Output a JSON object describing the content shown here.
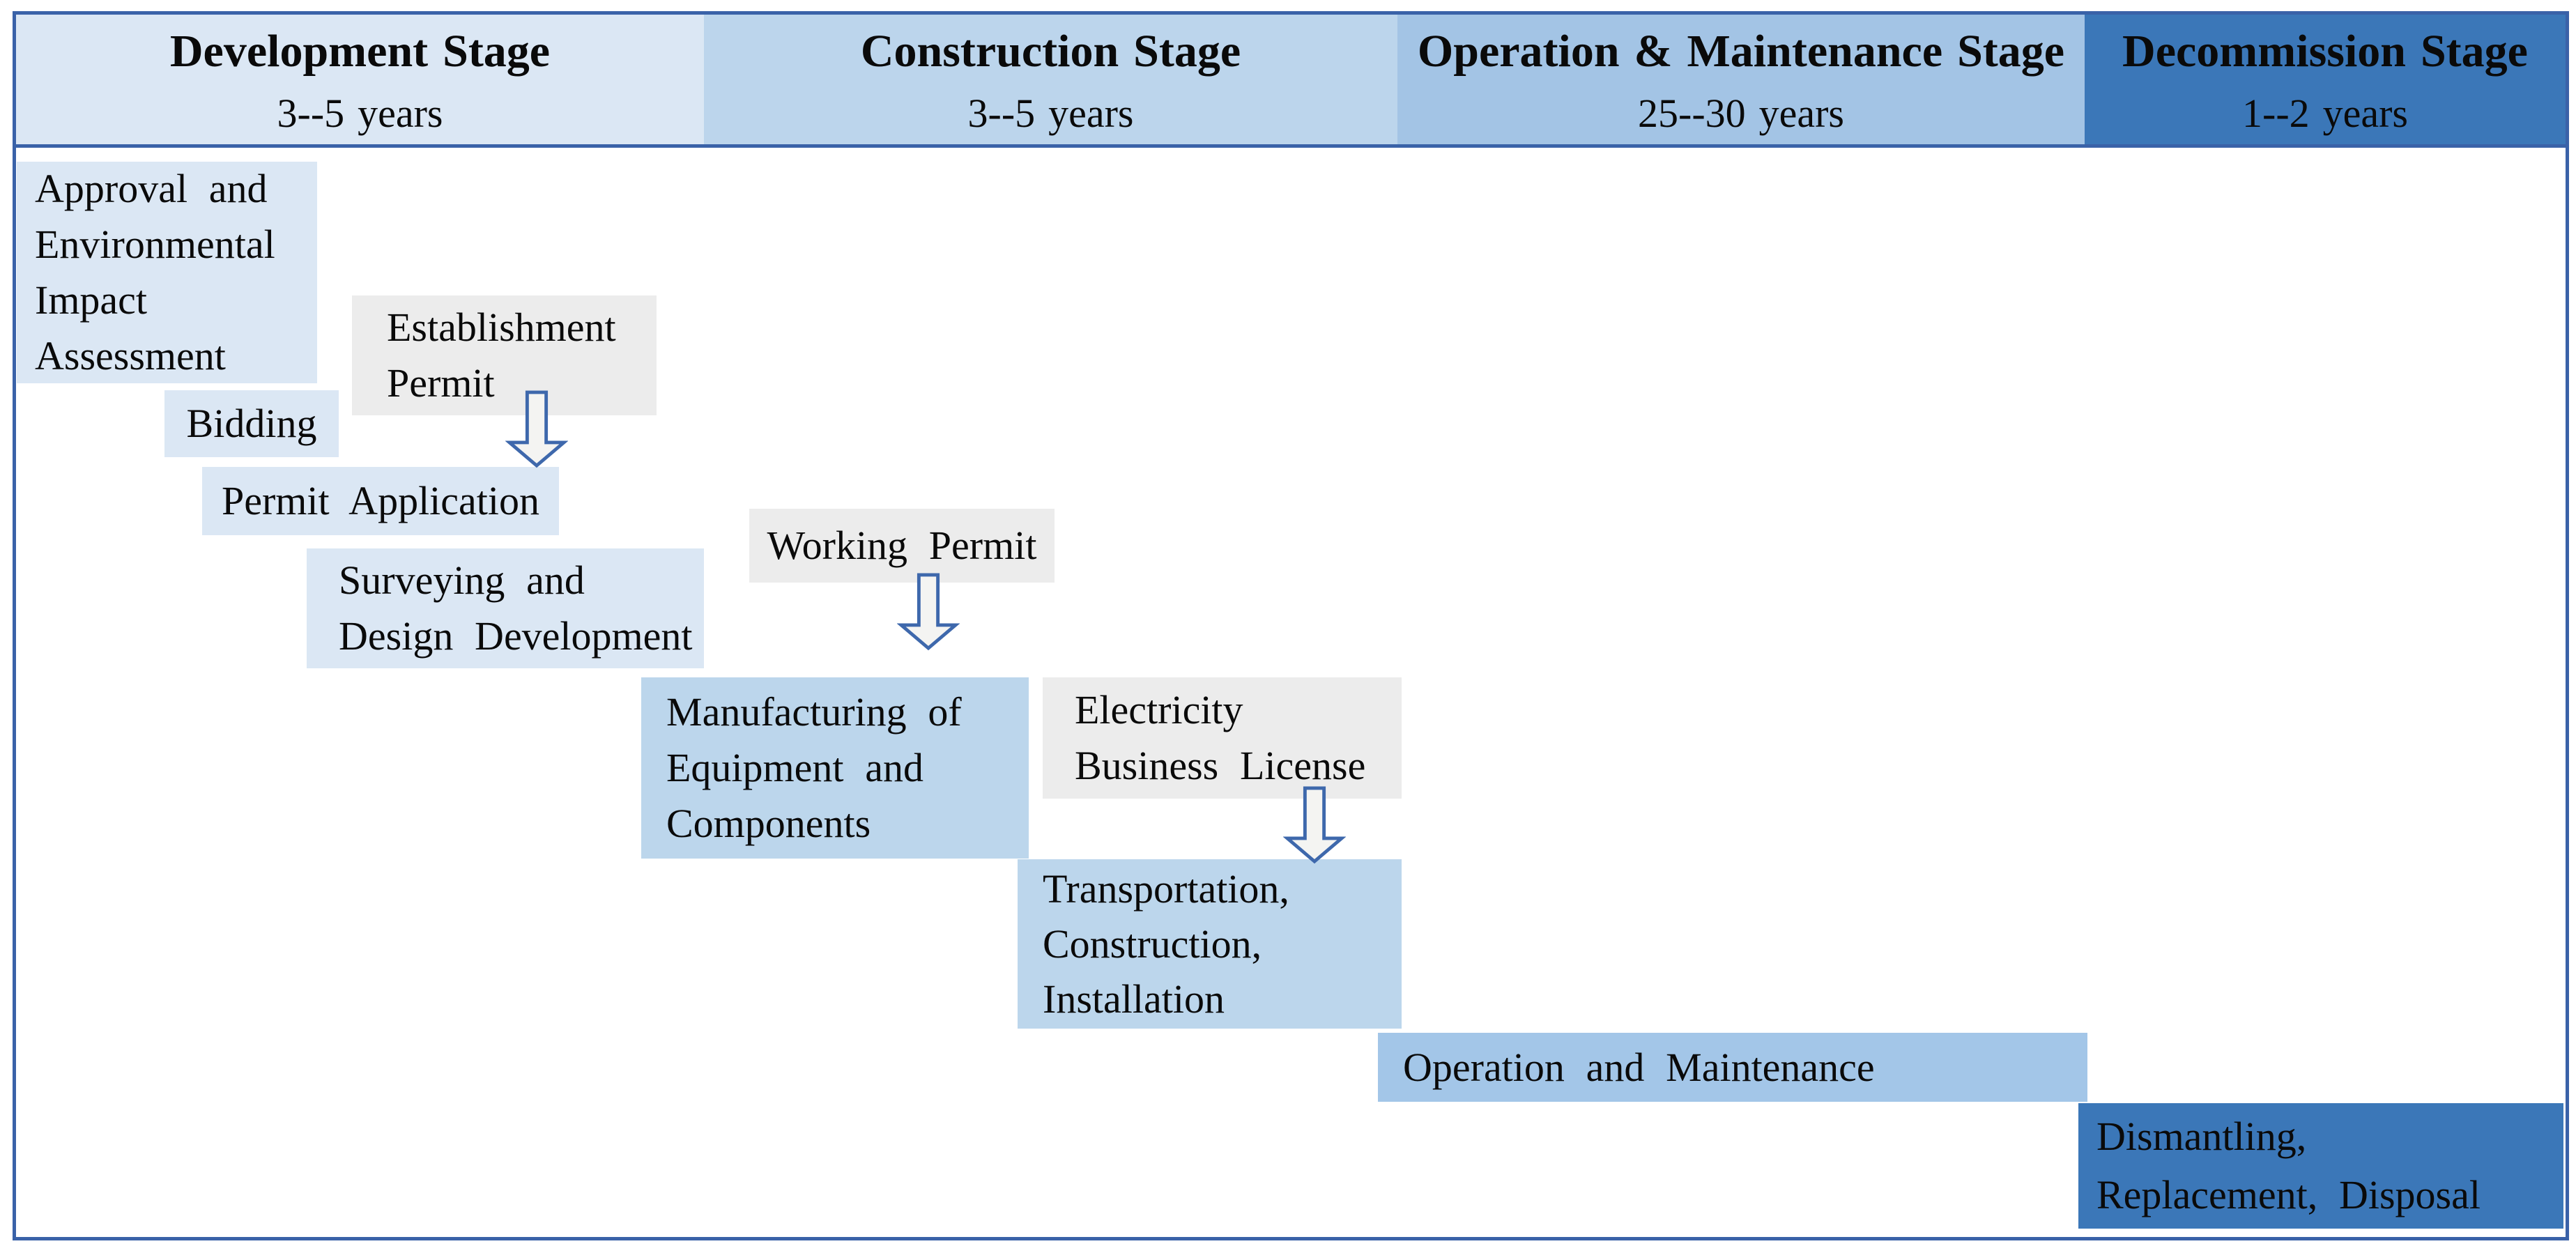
{
  "figure": {
    "type": "project-lifecycle-stage-diagram",
    "stages": [
      {
        "title": "Development Stage",
        "duration": "3--5 years"
      },
      {
        "title": "Construction Stage",
        "duration": "3--5 years"
      },
      {
        "title": "Operation & Maintenance Stage",
        "duration": "25--30 years"
      },
      {
        "title": "Decommission Stage",
        "duration": "1--2 years"
      }
    ],
    "tasks": {
      "approval": {
        "lines": [
          "Approval and",
          "Environmental",
          "Impact",
          "Assessment"
        ]
      },
      "establishment_permit": {
        "lines": [
          "Establishment",
          "Permit"
        ]
      },
      "bidding": {
        "lines": [
          "Bidding"
        ]
      },
      "permit_application": {
        "lines": [
          "Permit Application"
        ]
      },
      "surveying": {
        "lines": [
          "Surveying and",
          "Design Development"
        ]
      },
      "working_permit": {
        "lines": [
          "Working Permit"
        ]
      },
      "manufacturing": {
        "lines": [
          "Manufacturing of",
          "Equipment and",
          "Components"
        ]
      },
      "electricity_license": {
        "lines": [
          "Electricity",
          "Business License"
        ]
      },
      "transportation": {
        "lines": [
          "Transportation,",
          "Construction,",
          "Installation"
        ]
      },
      "operation": {
        "lines": [
          "Operation and Maintenance"
        ]
      },
      "dismantling": {
        "lines": [
          "Dismantling,",
          "Replacement, Disposal"
        ]
      }
    },
    "colors": {
      "development_fill": "#dbe7f4",
      "construction_fill": "#bcd5ec",
      "operation_fill": "#a3c4e5",
      "decommission_fill": "#3b77b8",
      "permit_gray_fill": "#ececec",
      "frame_border": "#3a62a8",
      "arrow_stroke": "#3e68ac",
      "arrow_fill": "#f4f4f2",
      "text": "#0a0a0a"
    }
  }
}
